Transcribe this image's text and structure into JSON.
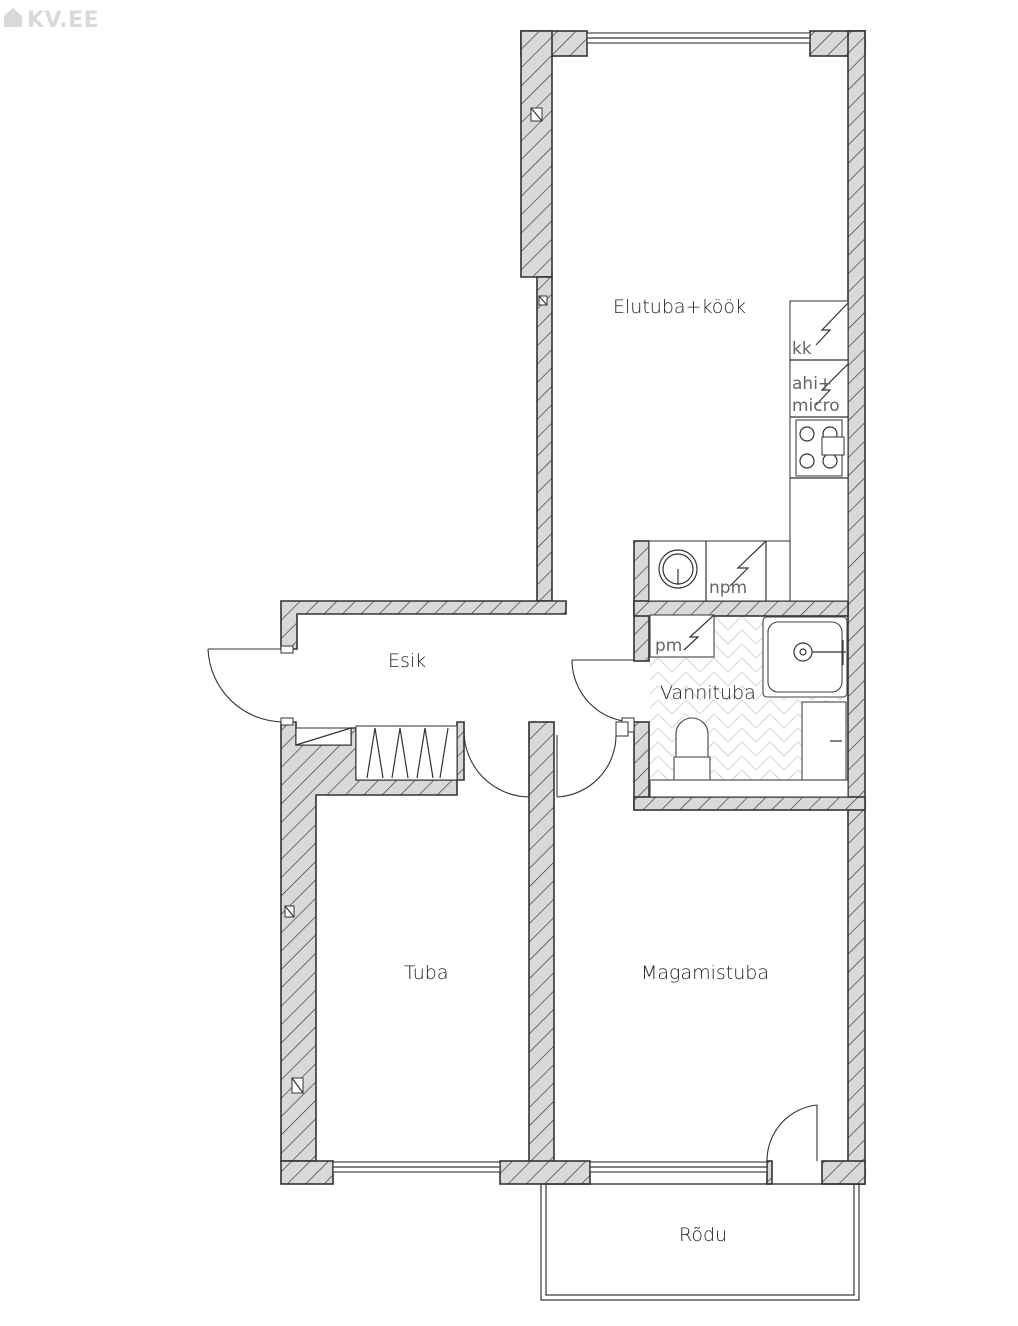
{
  "brand": {
    "logo_text": "KV.EE"
  },
  "rooms": {
    "living_kitchen": "Elutuba+köök",
    "hall": "Esik",
    "bathroom": "Vannituba",
    "room": "Tuba",
    "bedroom": "Magamistuba",
    "balcony": "Rõdu"
  },
  "fixtures": {
    "fridge": "kk",
    "oven_line1": "ahi+",
    "oven_line2": "micro",
    "dishwasher": "npm",
    "washing_machine": "pm"
  },
  "colors": {
    "wall_fill": "#d9d9d9",
    "line": "#333333",
    "tile": "#dcdcdc"
  }
}
